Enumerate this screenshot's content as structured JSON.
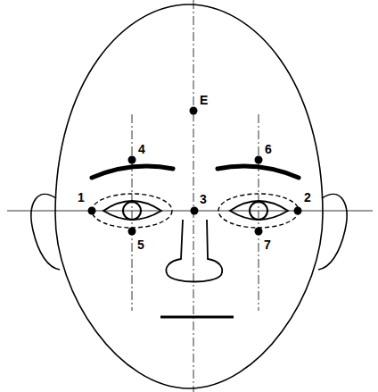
{
  "diagram": {
    "labels": [
      "E",
      "4",
      "6",
      "1",
      "3",
      "2",
      "5",
      "7"
    ]
  }
}
